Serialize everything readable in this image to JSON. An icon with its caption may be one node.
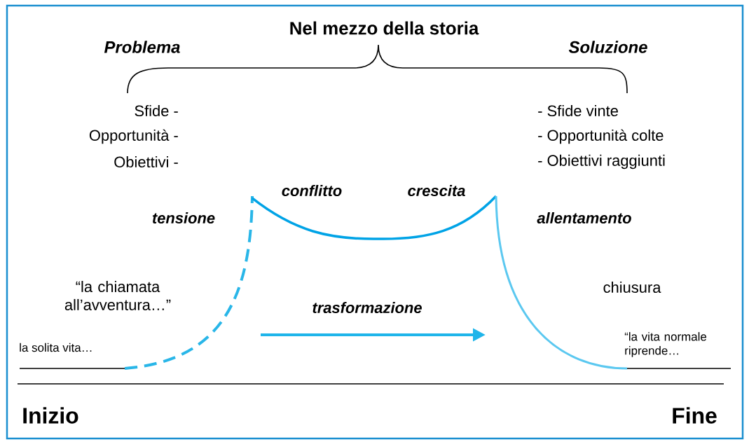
{
  "diagram": {
    "labels": [
      "Nel mezzo della storia",
      "Problema",
      "Soluzione",
      "Sfide -",
      "- Sfide vinte",
      "Opportunità -",
      "- Opportunità colte",
      "Obiettivi -",
      "- Obiettivi raggiunti",
      "conflitto",
      "crescita",
      "tensione",
      "allentamento",
      "“la chiamata all’avventura…”",
      "chiusura",
      "trasformazione",
      "“la vita normale riprende…",
      "la solita vita…",
      "Inizio",
      "Fine"
    ]
  }
}
